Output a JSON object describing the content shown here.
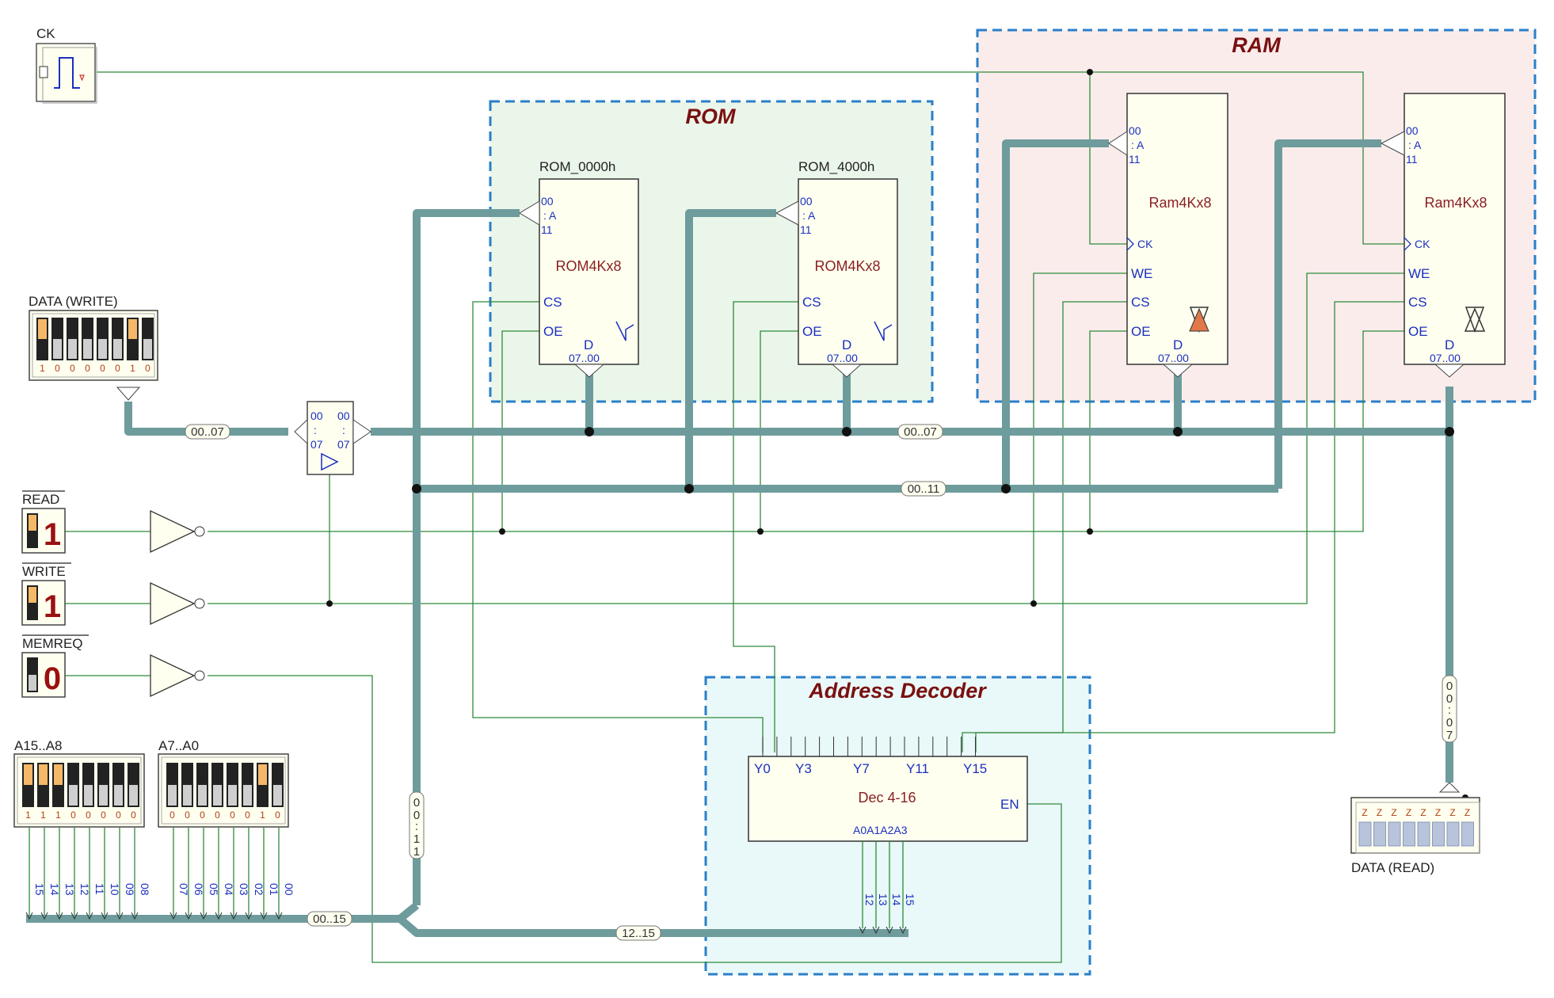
{
  "regions": {
    "rom": "ROM",
    "ram": "RAM",
    "decoder": "Address Decoder"
  },
  "clock": {
    "label": "CK"
  },
  "inputs": {
    "data_write_label": "DATA (WRITE)",
    "data_write_bits": [
      "1",
      "0",
      "0",
      "0",
      "0",
      "0",
      "1",
      "0"
    ],
    "read_label": "READ",
    "read_value": "1",
    "write_label": "WRITE",
    "write_value": "1",
    "memreq_label": "MEMREQ",
    "memreq_value": "0",
    "a_high_label": "A15..A8",
    "a_high_bits": [
      "1",
      "1",
      "1",
      "0",
      "0",
      "0",
      "0",
      "0"
    ],
    "a_low_label": "A7..A0",
    "a_low_bits": [
      "0",
      "0",
      "0",
      "0",
      "0",
      "0",
      "1",
      "0"
    ]
  },
  "rom_chips": [
    {
      "name": "ROM_0000h",
      "type": "ROM4Kx8"
    },
    {
      "name": "ROM_4000h",
      "type": "ROM4Kx8"
    }
  ],
  "ram_chips": [
    {
      "type": "Ram4Kx8"
    },
    {
      "type": "Ram4Kx8"
    }
  ],
  "pins": {
    "a_top": "00",
    "a_mid": ": A",
    "a_bot": "11",
    "cs": "CS",
    "oe": "OE",
    "we": "WE",
    "ck": "CK",
    "d": "D",
    "d_range": "07..00"
  },
  "buffer": {
    "in_top": "00",
    "in_bot": "07",
    "out_top": "00",
    "out_bot": "07",
    "mid": ":"
  },
  "decoder": {
    "type": "Dec 4-16",
    "outputs": [
      "Y0",
      "Y3",
      "Y7",
      "Y11",
      "Y15"
    ],
    "en": "EN",
    "inputs": "A0A1A2A3",
    "address_lines": [
      "12",
      "13",
      "14",
      "15"
    ]
  },
  "buses": {
    "data_write": "00..07",
    "data_main": "00..07",
    "address": "00..11",
    "addr_full": "00..15",
    "addr_high": "12..15",
    "addr_vertical": [
      "0",
      "0",
      ":",
      "1",
      "1"
    ],
    "data_read_vertical": [
      "0",
      "0",
      ":",
      "0",
      "7"
    ]
  },
  "address_taps": [
    "15",
    "14",
    "13",
    "12",
    "11",
    "10",
    "09",
    "08",
    "07",
    "06",
    "05",
    "04",
    "03",
    "02",
    "01",
    "00"
  ],
  "output": {
    "label": "DATA (READ)",
    "z_values": [
      "Z",
      "Z",
      "Z",
      "Z",
      "Z",
      "Z",
      "Z",
      "Z"
    ]
  },
  "colors": {
    "bus": "#6e9c9c",
    "wire": "#2e8b3a",
    "rom_region": "#eaf6ea",
    "ram_region": "#fbecec",
    "decoder_region": "#e9f8f8",
    "region_border": "#2a7fc9"
  }
}
